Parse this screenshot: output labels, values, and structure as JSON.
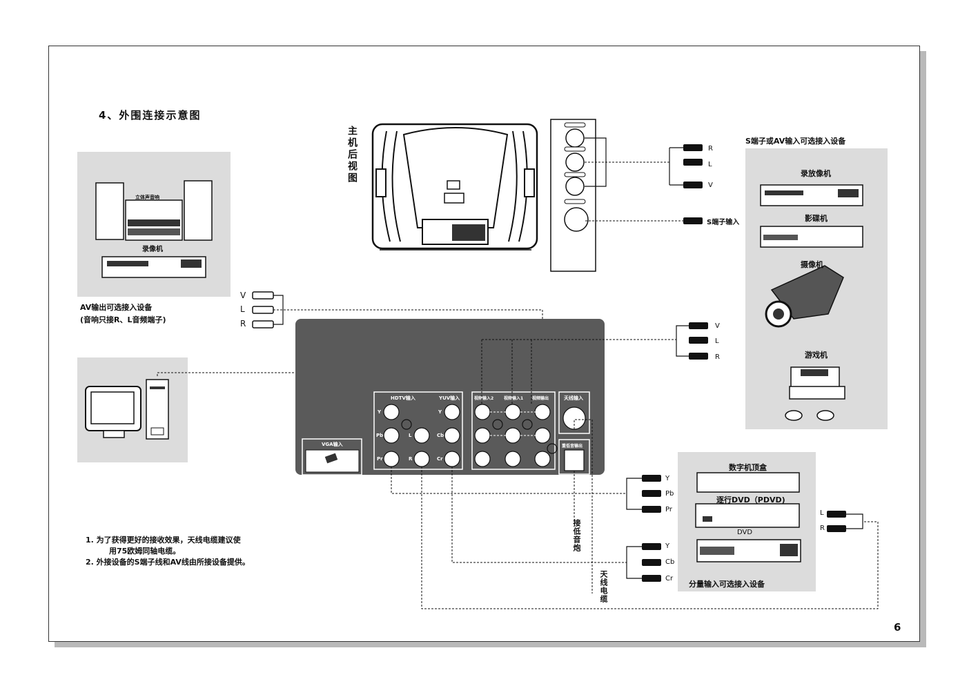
{
  "section_title": "4、外围连接示意图",
  "rear_view_label": "主机后视图",
  "left_device_panel": {
    "stereo_label": "立体声音响",
    "vcr_label": "录像机",
    "caption_line1": "AV输出可选接入设备",
    "caption_line2": "(音响只接R、L音频端子)"
  },
  "left_av_plugs": [
    "V",
    "L",
    "R"
  ],
  "right_av_panel": {
    "caption": "S端子或AV输入可选接入设备",
    "devices": [
      "录放像机",
      "影碟机",
      "摄像机",
      "游戏机"
    ]
  },
  "side_plugs_top": [
    "R",
    "L",
    "V"
  ],
  "s_input_label": "S端子输入",
  "right_mid_plugs": [
    "V",
    "L",
    "R"
  ],
  "main_panel": {
    "hdtv_label": "HDTV输入",
    "yuv_label": "YUV输入",
    "av_in2_label": "视频输入2",
    "av_in1_label": "视频输入1",
    "av_out_label": "视频输出",
    "antenna_in_label": "天线输入",
    "vga_label": "VGA输入",
    "sub_label": "重低音输出",
    "col_y": "Y",
    "col_pb": "Pb",
    "col_pr": "Pr",
    "col_cb": "Cb",
    "col_cr": "Cr",
    "col_l": "L",
    "col_r": "R"
  },
  "component_panel": {
    "devices": [
      "数字机顶盒",
      "逐行DVD（PDVD)",
      "DVD"
    ],
    "caption": "分量输入可选接入设备"
  },
  "ypbpr_plugs": [
    "Y",
    "Pb",
    "Pr"
  ],
  "ycbcr_plugs": [
    "Y",
    "Cb",
    "Cr"
  ],
  "lr_plugs": [
    "L",
    "R"
  ],
  "subwoofer_vertical_label": "接低音炮",
  "antenna_vertical_label": "天线电缆",
  "notes": [
    "1.  为了获得更好的接收效果，天线电缆建议使",
    "用75欧姆同轴电缆。",
    "2.  外接设备的S端子线和AV线由所接设备提供。"
  ],
  "page_number": "6"
}
